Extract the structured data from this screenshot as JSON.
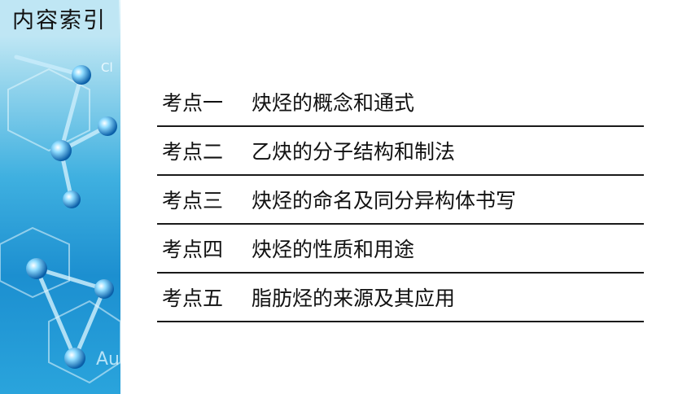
{
  "header": {
    "title": "内容索引"
  },
  "decoration": {
    "molecule_icon": "molecule-icon",
    "element_labels": [
      "Cl",
      "Au"
    ]
  },
  "toc": [
    {
      "num": "考点一",
      "text": "炔烃的概念和通式"
    },
    {
      "num": "考点二",
      "text": "乙炔的分子结构和制法"
    },
    {
      "num": "考点三",
      "text": "炔烃的命名及同分异构体书写"
    },
    {
      "num": "考点四",
      "text": "炔烃的性质和用途"
    },
    {
      "num": "考点五",
      "text": "脂肪烃的来源及其应用"
    }
  ]
}
